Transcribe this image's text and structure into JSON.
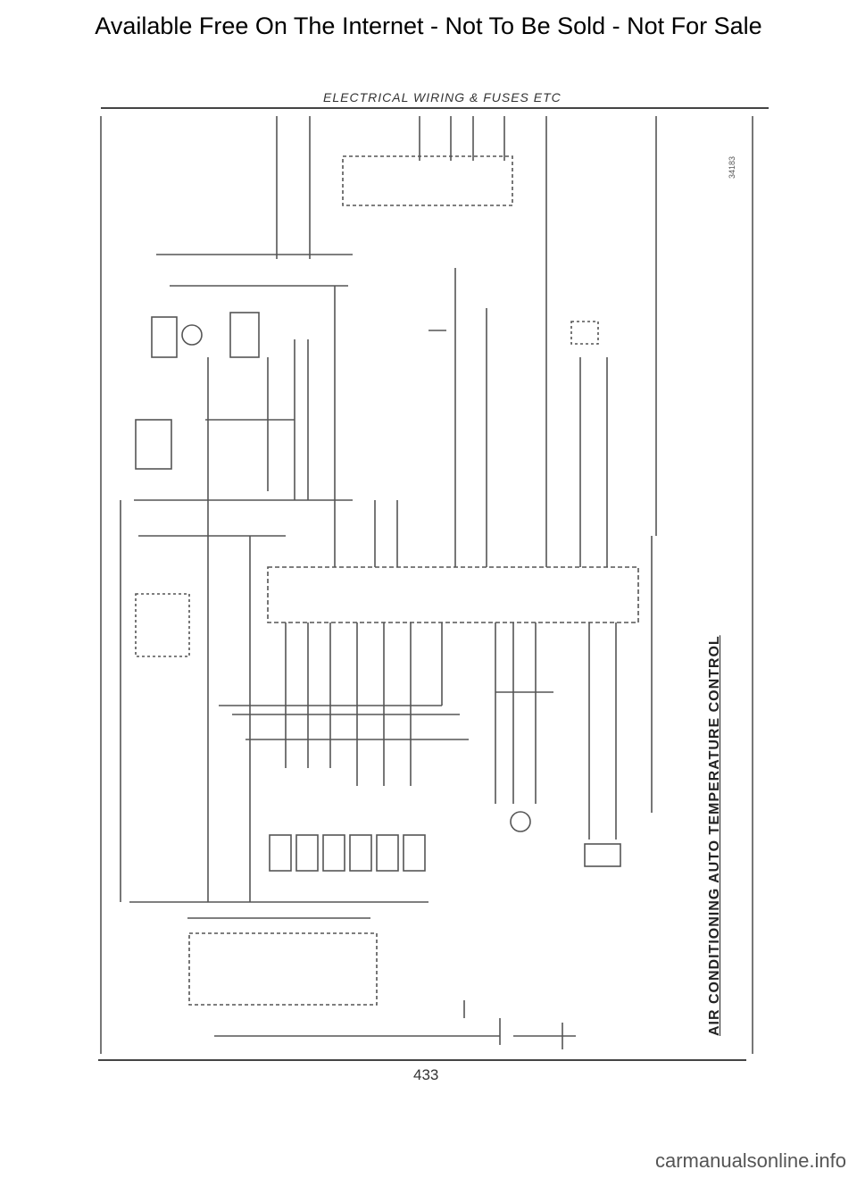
{
  "header": {
    "banner": "Available Free On The Internet - Not To Be Sold - Not For Sale",
    "section_title": "ELECTRICAL WIRING & FUSES ETC"
  },
  "diagram": {
    "title": "AIR CONDITIONING AUTO TEMPERATURE CONTROL",
    "figure_id": "34183"
  },
  "footer": {
    "page_number": "433",
    "watermark": "carmanualsonline.info"
  }
}
